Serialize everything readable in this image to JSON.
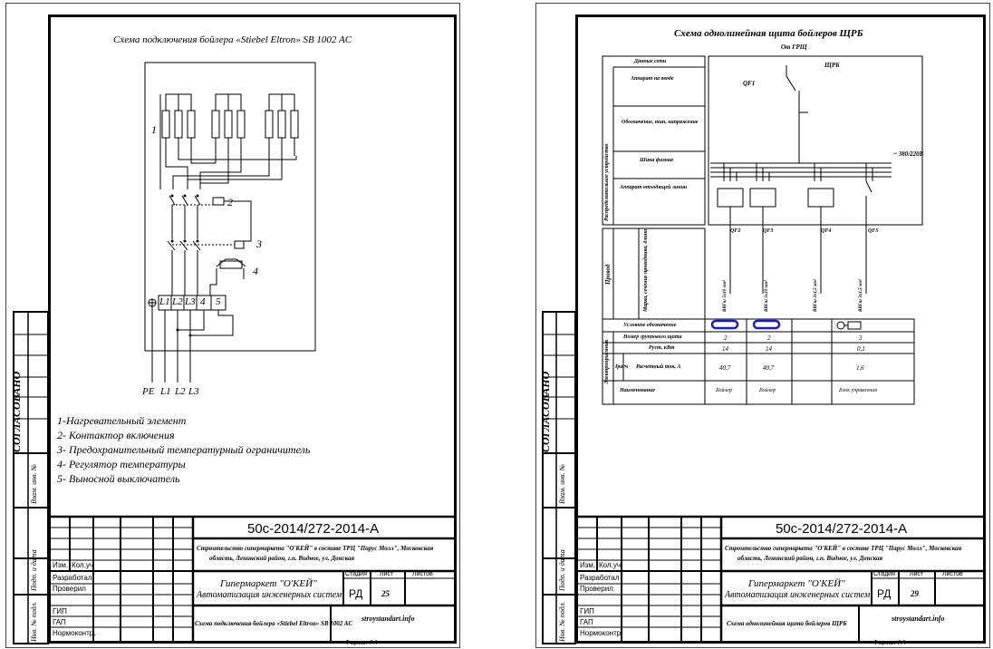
{
  "sheets": [
    {
      "title": "Схема подключения бойлера «Stiebel Eltron» SB 1002 AC",
      "doc_code": "50с-2014/272-2014-А",
      "org_line1": "Строительство гипермаркета \"О'КЕЙ\" в составе ТРЦ \"Парус Молл\", Московская",
      "org_line2": "область, Ленинский район, г.п. Видное, ул. Донская",
      "company_line1": "Гипермаркет \"О'КЕЙ\"",
      "company_line2": "Автоматизация инженерных систем",
      "stage_label": "Стадия",
      "sheet_label": "Лист",
      "sheets_label": "Листов",
      "stage_value": "РД",
      "sheet_value": "25",
      "drawing_name": "Схема подключения бойлера «Stiebel Eltron» SB 1002 AC",
      "site": "stroystandart.info",
      "format": "Формат А4",
      "approved": "СОГЛАСОВАНО",
      "side_labels": [
        "Инв. № подл.",
        "Подп. и дата",
        "Взам. инв. №"
      ],
      "rows": [
        "Изм.",
        "Кол.уч",
        "Разработал",
        "Проверил",
        "ГИП",
        "ГАП",
        "Нормоконтр."
      ],
      "labels": [
        "1",
        "2",
        "3",
        "4"
      ],
      "terminals": [
        "L1",
        "L2",
        "L3",
        "4",
        "5"
      ],
      "bottom_wires": [
        "PE",
        "L1",
        "L2",
        "L3"
      ],
      "legend": [
        "1-Нагревательный элемент",
        "2- Контактор включения",
        "3- Предохранительный температурный ограничитель",
        "4- Регулятор температуры",
        "5- Выносной выключатель"
      ]
    },
    {
      "title": "Схема однолинейная щита бойлеров ЩРБ",
      "doc_code": "50с-2014/272-2014-А",
      "org_line1": "Строительство гипермаркета \"О'КЕЙ\" в составе ТРЦ \"Парус Молл\", Московская",
      "org_line2": "область, Ленинский район, г.п. Видное, ул. Донская",
      "company_line1": "Гипермаркет \"О'КЕЙ\"",
      "company_line2": "Автоматизация инженерных систем",
      "stage_label": "Стадия",
      "sheet_label": "Лист",
      "sheets_label": "Листов",
      "stage_value": "РД",
      "sheet_value": "29",
      "drawing_name": "Схема однолинейная щита бойлеров ЩРБ",
      "site": "stroystandart.info",
      "format": "Формат А4",
      "approved": "СОГЛАСОВАНО",
      "side_labels": [
        "Инв. № подл.",
        "Подп. и дата",
        "Взам. инв. №"
      ],
      "rows": [
        "Изм.",
        "Кол.уч",
        "Разработал",
        "Проверил",
        "ГИП",
        "ГАП",
        "Нормоконтр."
      ],
      "source": "От ГРЩ",
      "panel": "ЩРБ",
      "table_rows": [
        "Данные сети",
        "Аппарат на вводе",
        "Обозначение, тип, напряжение",
        "Шина фазная",
        "Аппарат отходящей линии"
      ],
      "table_section": "Распределительное устройство",
      "wire_section": "Провод",
      "wire_col": "Марка, сечение проводника, длина",
      "consumer_section": "Электроприемник",
      "cons_rows": [
        "Условное обозначение",
        "Номер группового щита",
        "Руст, кВт",
        "Расчетный ток, А",
        "Наименование"
      ],
      "cons_ustan": "Iрасч",
      "group_numbers": [
        "2",
        "2",
        "3"
      ],
      "powers": [
        "14",
        "14",
        "0,1"
      ],
      "currents": [
        "40,7",
        "40,7",
        "1,6"
      ],
      "names": [
        "Бойлер",
        "Бойлер",
        "Блок управления"
      ],
      "main_breaker": "QF1",
      "bus_label": "~ 380/220В",
      "feeders": [
        {
          "id": "QF2",
          "cable": "ВВГнг 5х10 мм²"
        },
        {
          "id": "QF3",
          "cable": "ВВГнг 5х10 мм²"
        },
        {
          "id": "QF4",
          "cable": "ВВГнг 3х1,5 мм²"
        },
        {
          "id": "QF5",
          "cable": "ВВГнг 3х1,5 мм²"
        }
      ]
    }
  ]
}
